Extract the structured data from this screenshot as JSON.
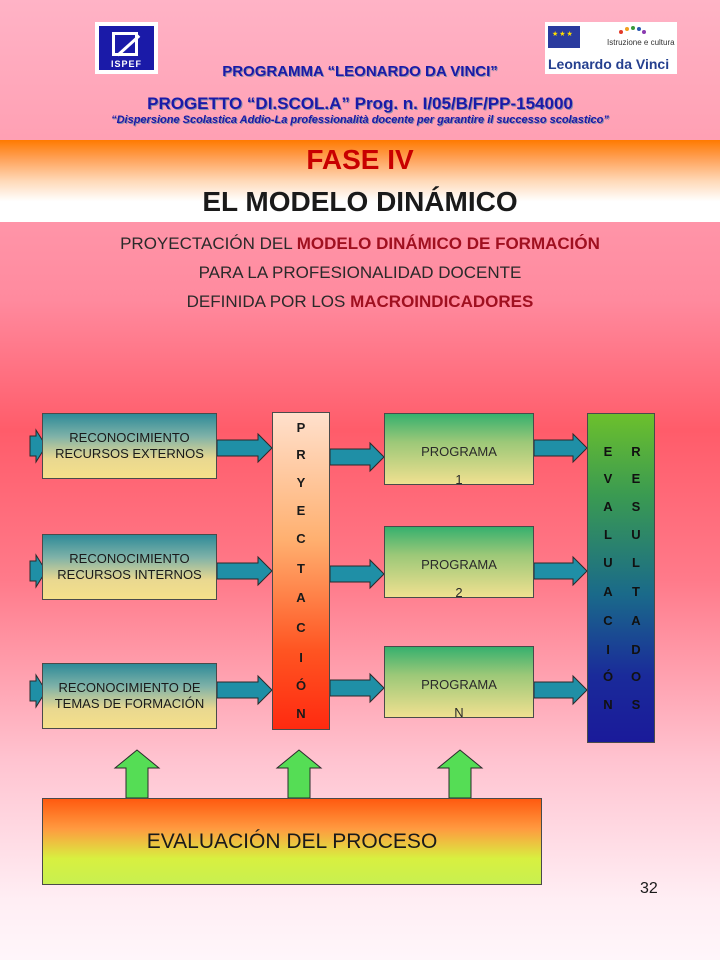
{
  "header": {
    "logo_left_text": "ISPEF",
    "logo_right_sub": "Istruzione e cultura",
    "logo_right_name": "Leonardo da Vinci",
    "line1": "PROGRAMMA “LEONARDO DA VINCI”",
    "line2": "PROGETTO “DI.SCOL.A” Prog. n. I/05/B/F/PP-154000",
    "line3": "“Dispersione Scolastica Addio-La professionalità docente per garantire il successo scolastico”"
  },
  "title": {
    "phase": "FASE IV",
    "main": "EL MODELO DINÁMICO"
  },
  "subtitle": {
    "line1_a": "PROYECTACIÓN DEL ",
    "line1_b": "MODELO DINÁMICO DE FORMACIÓN",
    "line2": "PARA LA PROFESIONALIDAD  DOCENTE",
    "line3_a": "DEFINIDA POR LOS ",
    "line3_b": "MACROINDICADORES"
  },
  "diagram": {
    "reconocimiento": [
      "RECONOCIMIENTO RECURSOS EXTERNOS",
      "RECONOCIMIENTO RECURSOS INTERNOS",
      "RECONOCIMIENTO DE TEMAS DE FORMACIÓN"
    ],
    "proyectacion_letters": [
      "P",
      "R",
      "Y",
      "E",
      "C",
      "T",
      "A",
      "C",
      "I",
      "Ó",
      "N"
    ],
    "programas": [
      {
        "label": "PROGRAMA",
        "num": "1"
      },
      {
        "label": "PROGRAMA",
        "num": "2"
      },
      {
        "label": "PROGRAMA",
        "num": "N"
      }
    ],
    "evaluacion_letters": [
      "E",
      "V",
      "A",
      "L",
      "U",
      "A",
      "C",
      "I",
      "Ó",
      "N"
    ],
    "resultados_letters": [
      "R",
      "E",
      "S",
      "U",
      "L",
      "T",
      "A",
      "D",
      "O",
      "S"
    ],
    "proceso": "EVALUACIÓN DEL PROCESO"
  },
  "colors": {
    "arrow_fill": "#1f8fa6",
    "up_arrow_fill": "#55dd55",
    "title_red": "#c80000"
  },
  "page_number": "32"
}
